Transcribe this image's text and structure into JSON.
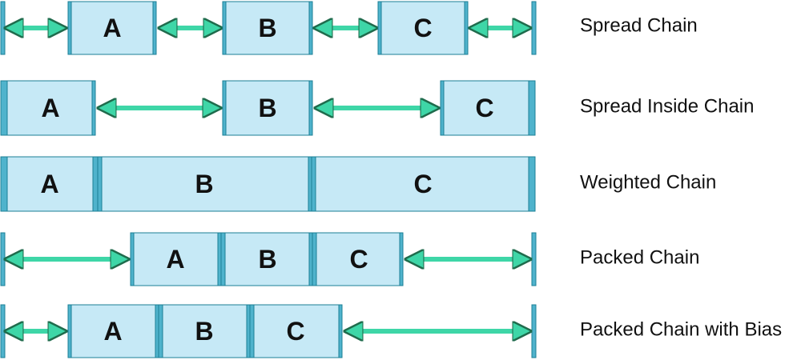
{
  "colors": {
    "box_fill": "#c6e9f6",
    "box_stroke": "#1b7f96",
    "edge_bar": "#4fb3cc",
    "arrow": "#3ed6a7",
    "arrow_stroke": "#1f6b4c"
  },
  "rows": [
    {
      "title": "Spread Chain",
      "boxes": [
        "A",
        "B",
        "C"
      ]
    },
    {
      "title": "Spread Inside Chain",
      "boxes": [
        "A",
        "B",
        "C"
      ]
    },
    {
      "title": "Weighted Chain",
      "boxes": [
        "A",
        "B",
        "C"
      ]
    },
    {
      "title": "Packed Chain",
      "boxes": [
        "A",
        "B",
        "C"
      ]
    },
    {
      "title": "Packed Chain with Bias",
      "boxes": [
        "A",
        "B",
        "C"
      ]
    }
  ]
}
